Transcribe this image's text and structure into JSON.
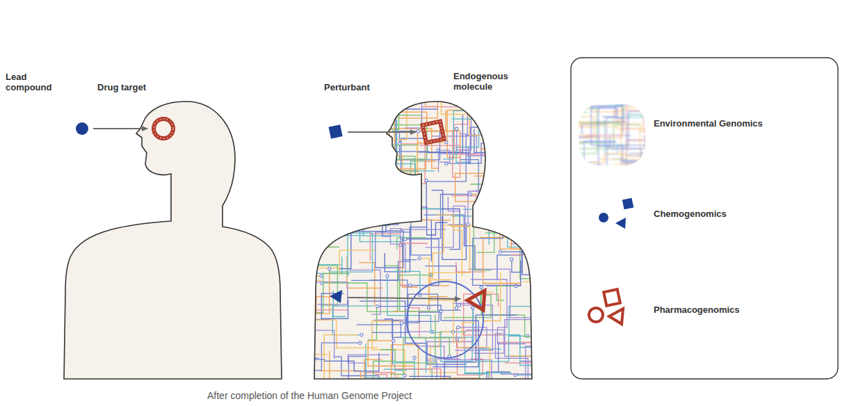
{
  "diagram": {
    "labels": [
      "Lead compound",
      "Drug target",
      "Perturbant",
      "Endogenous molecule",
      "After completion of the Human Genome Project"
    ],
    "legend": [
      {
        "text": "Environmental Genomics"
      },
      {
        "text": "Chemogenomics"
      },
      {
        "text": "Pharmacogenomics"
      }
    ]
  }
}
